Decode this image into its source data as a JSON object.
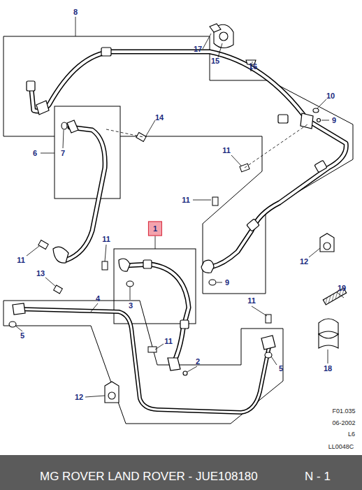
{
  "diagram": {
    "caption": "MG ROVER LAND ROVER - JUE108180",
    "labels": [
      "8",
      "17",
      "15",
      "16",
      "10",
      "9",
      "14",
      "6",
      "7",
      "11",
      "11",
      "1",
      "11",
      "11",
      "12",
      "9",
      "19",
      "13",
      "3",
      "4",
      "11",
      "5",
      "11",
      "2",
      "5",
      "18",
      "12",
      "F01.035",
      "06-2002",
      "L6",
      "LL0048C",
      "N - 1"
    ]
  }
}
